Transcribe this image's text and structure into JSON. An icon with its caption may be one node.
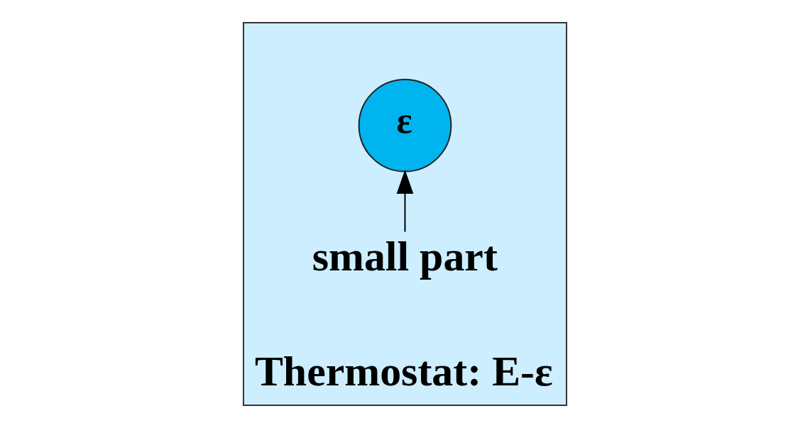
{
  "diagram": {
    "nodes": [
      {
        "text": [
          "Thermostat: E-ε"
        ]
      },
      {
        "text": [
          "ε"
        ],
        "in": 0
      },
      {
        "text": [
          "small part"
        ],
        "in": 0
      }
    ],
    "edges": [
      {
        "from": 2,
        "to": 1,
        "arrow": "to"
      }
    ]
  }
}
